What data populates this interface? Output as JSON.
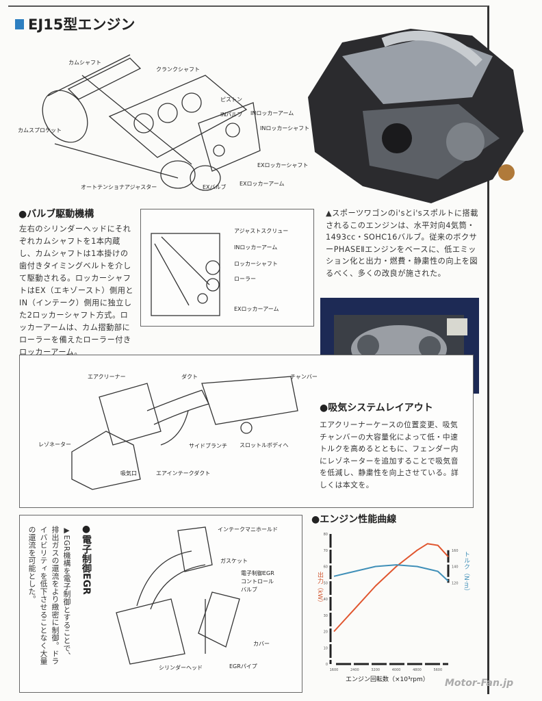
{
  "title": "EJ15型エンジン",
  "accent_color": "#2d7fc1",
  "valvetrain_diagram": {
    "labels": [
      "カムシャフト",
      "クランクシャフト",
      "ピストン",
      "INバルブ",
      "INロッカーアーム",
      "INロッカーシャフト",
      "カムスプロケット",
      "EXロッカーシャフト",
      "EXロッカーアーム",
      "EXバルブ",
      "オートテンショナアジャスター"
    ]
  },
  "engine_caption": "▲スポーツワゴンのi'sとi'sスポルトに搭載されるこのエンジンは、水平対向4気筒・1493cc・SOHC16バルブ。従来のボクサーPHASEⅡエンジンをベースに、低エミッション化と出力・燃費・静粛性の向上を図るべく、多くの改良が施された。",
  "valve_section": {
    "heading": "●バルブ駆動機構",
    "text": "左右のシリンダーヘッドにそれぞれカムシャフトを1本内蔵し、カムシャフトは1本掛けの歯付きタイミングベルトを介して駆動される。ロッカーシャフトはEX（エキゾースト）側用とIN（インテーク）側用に独立した2ロッカーシャフト方式。ロッカーアームは、カム摺動部にローラーを備えたローラー付きロッカーアーム。",
    "labels": [
      "アジャストスクリュー",
      "INロッカーアーム",
      "ロッカーシャフト",
      "ローラー",
      "EXロッカーアーム"
    ]
  },
  "intake_section": {
    "heading": "●吸気システムレイアウト",
    "text": "エアクリーナーケースの位置変更、吸気チャンバーの大容量化によって低・中速トルクを高めるとともに、フェンダー内にレゾネーターを追加することで吸気音を低減し、静粛性を向上させている。詳しくは本文を。",
    "labels": [
      "エアクリーナー",
      "ダクト",
      "チャンバー",
      "レゾネーター",
      "サイドブランチ",
      "スロットルボディへ",
      "吸気口",
      "エアインテークダクト"
    ]
  },
  "egr_section": {
    "heading": "●電子制御EGR",
    "text": "▶EGR機構を電子制御とすることで、排出ガスの還流をより緻密に制御。ドライバビリティを低下させることなく大量の還流を可能とした。",
    "labels": [
      "インテークマニホールド",
      "ガスケット",
      "電子制御EGR",
      "コントロール",
      "バルブ",
      "カバー",
      "EGRパイプ",
      "シリンダーヘッド"
    ]
  },
  "chart_data": {
    "type": "line",
    "title": "●エンジン性能曲線",
    "xlabel": "エンジン回転数（×10³rpm）",
    "ylabel": "出力（kW）",
    "y2label": "トルク（N·m）",
    "xticks": [
      "1600",
      "2400",
      "3200",
      "4000",
      "4800",
      "5600"
    ],
    "xlim": [
      1600,
      6000
    ],
    "yticks": [
      "0",
      "10",
      "20",
      "30",
      "40",
      "50",
      "60",
      "70",
      "80"
    ],
    "ylim": [
      0,
      80
    ],
    "y2ticks": [
      "120",
      "140",
      "160"
    ],
    "y2lim": [
      120,
      160
    ],
    "series": [
      {
        "name": "出力",
        "axis": "left",
        "color": "#e0552e",
        "x": [
          1600,
          2400,
          3200,
          4000,
          4800,
          5200,
          5600,
          6000
        ],
        "values": [
          20,
          34,
          48,
          60,
          70,
          74,
          73,
          66
        ]
      },
      {
        "name": "トルク",
        "axis": "right",
        "color": "#3f8fb8",
        "x": [
          1600,
          2400,
          3200,
          4000,
          4800,
          5600,
          6000
        ],
        "values": [
          128,
          134,
          140,
          142,
          140,
          134,
          122
        ]
      }
    ]
  },
  "watermark": "Motor-Fan.jp"
}
